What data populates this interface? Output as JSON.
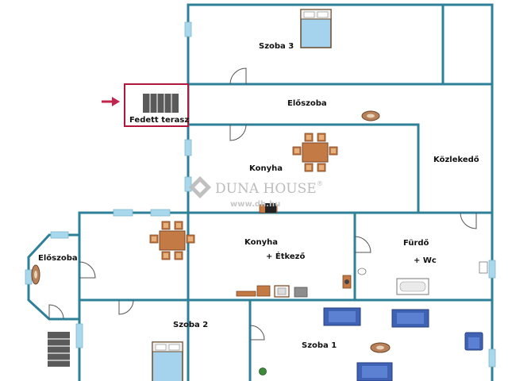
{
  "rooms": {
    "szoba3": "Szoba 3",
    "eloszoba_top": "Előszoba",
    "fedett_terasz": "Fedett terasz",
    "konyha_top": "Konyha",
    "kozlekedo": "Közlekedő",
    "konyha_main": "Konyha",
    "etkezo": "+ Étkező",
    "eloszoba_left": "Előszoba",
    "furdo": "Fürdő",
    "wc": "+ Wc",
    "szoba2": "Szoba 2",
    "szoba1": "Szoba 1"
  },
  "watermark": {
    "brand": "DUNA HOUSE",
    "registered": "®",
    "url": "www.dh.hu"
  },
  "colors": {
    "wall": "#2e7f98",
    "window": "#a9d8ec",
    "terrace_frame": "#b0173a",
    "arrow": "#c3234e",
    "furniture_wood": "#c47a45",
    "sofa_blue": "#3f62b5",
    "bed_blue": "#a5d3ee"
  },
  "icons": {
    "entrance_arrow": "arrow-right-icon",
    "stairs": "stairs-icon",
    "rug": "rug-icon",
    "plant": "plant-icon"
  }
}
